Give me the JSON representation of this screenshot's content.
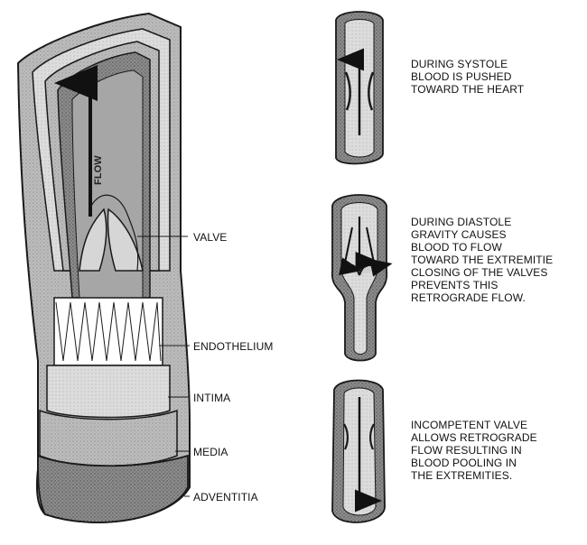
{
  "main_vein": {
    "flow_label": "FLOW",
    "labels": {
      "valve": "VALVE",
      "endothelium": "ENDOTHELIUM",
      "intima": "INTIMA",
      "media": "MEDIA",
      "adventitia": "ADVENTITIA"
    }
  },
  "panels": {
    "systole": {
      "lines": [
        "DURING SYSTOLE",
        "BLOOD IS PUSHED",
        "TOWARD THE HEART"
      ]
    },
    "diastole": {
      "lines": [
        "DURING DIASTOLE",
        "GRAVITY CAUSES",
        "BLOOD TO FLOW",
        "TOWARD THE EXTREMITIE",
        "CLOSING OF THE VALVES",
        "PREVENTS THIS",
        "RETROGRADE FLOW."
      ]
    },
    "incompetent": {
      "lines": [
        "INCOMPETENT VALVE",
        "ALLOWS RETROGRADE",
        "FLOW RESULTING IN",
        "BLOOD POOLING IN",
        "THE EXTREMITIES."
      ]
    }
  },
  "colors": {
    "vessel_wall": "#8f8f8f",
    "lumen": "#c9c9c9",
    "inner_dark": "#5a5a5a",
    "outline": "#1a1a1a"
  }
}
